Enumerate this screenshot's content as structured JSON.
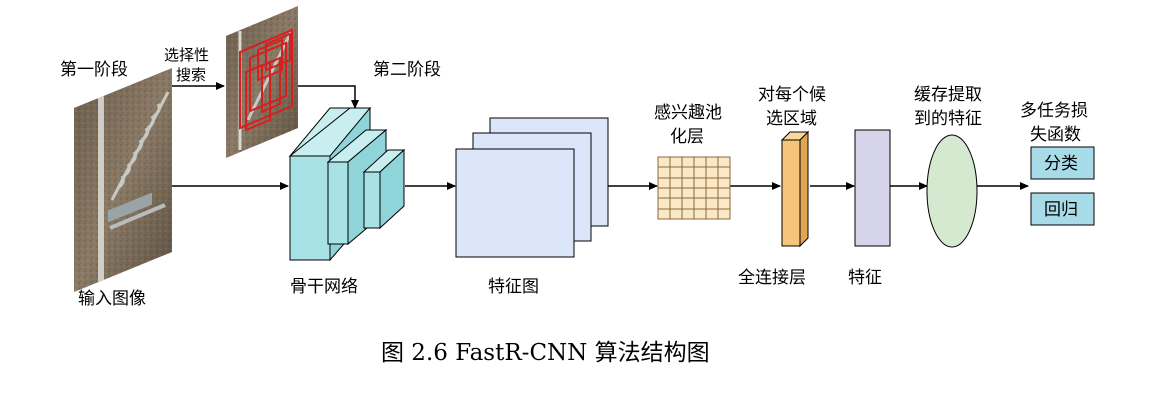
{
  "diagram": {
    "labels": {
      "stage1": "第一阶段",
      "selective_search_line1": "选择性",
      "selective_search_line2": "搜索",
      "stage2": "第二阶段",
      "input_image": "输入图像",
      "backbone": "骨干网络",
      "feature_map": "特征图",
      "roi_pool_line1": "感兴趣池",
      "roi_pool_line2": "化层",
      "per_region_line1": "对每个候",
      "per_region_line2": "选区域",
      "fc_layer": "全连接层",
      "feature": "特征",
      "cache_line1": "缓存提取",
      "cache_line2": "到的特征",
      "multitask_line1": "多任务损",
      "multitask_line2": "失函数",
      "classification": "分类",
      "regression": "回归"
    },
    "colors": {
      "backbone_fill": "#a8e2e6",
      "feature_map_fill": "#dbe6fb",
      "roi_grid_fill": "#fbe8c6",
      "fc_fill": "#f6c47a",
      "feature_fill": "#d6d4ea",
      "cache_fill": "#d4e9d0",
      "output_fill": "#a8dbe8",
      "box_outline": "#d81e1e"
    }
  },
  "caption": "图 2.6 FastR-CNN 算法结构图"
}
